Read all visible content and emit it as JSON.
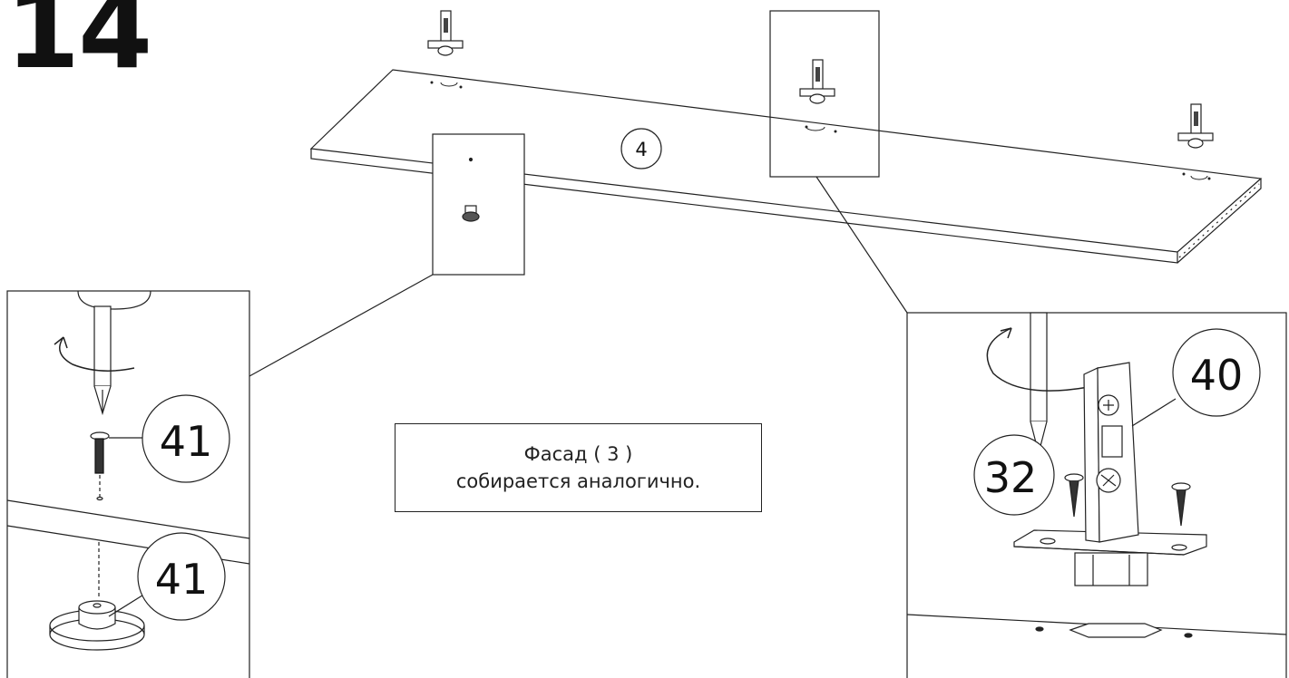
{
  "step": {
    "number": "14"
  },
  "panel": {
    "label": "4"
  },
  "callouts": {
    "left_screw": "41",
    "left_foot": "41",
    "right_hinge": "40",
    "right_screw": "32"
  },
  "note": {
    "line1": "Фасад ( 3 )",
    "line2": "собирается аналогично."
  },
  "icons": [
    "screwdriver-icon",
    "rotation-arrow-icon",
    "screw-icon",
    "hinge-icon",
    "foot-icon"
  ]
}
